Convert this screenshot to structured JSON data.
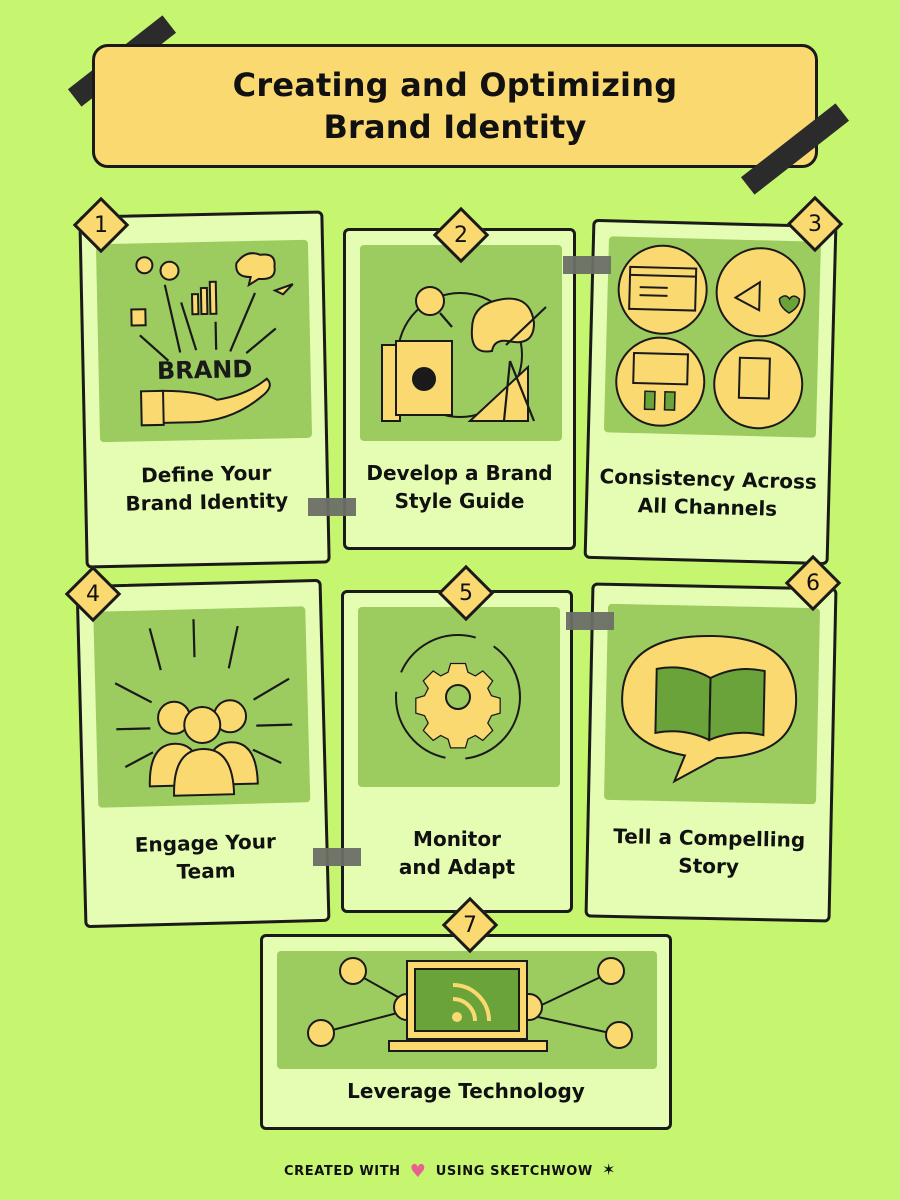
{
  "title": {
    "line1": "Creating and Optimizing",
    "line2": "Brand Identity"
  },
  "colors": {
    "background": "#c6f56f",
    "accent": "#fbd971",
    "card": "#e4fdb2",
    "panel": "#9ccb5f",
    "outline": "#1a1a1a"
  },
  "steps": [
    {
      "num": "1",
      "title_line1": "Define Your",
      "title_line2": "Brand Identity",
      "illustration_text": "BRAND",
      "icon": "brand-concept-icon"
    },
    {
      "num": "2",
      "title_line1": "Develop a Brand",
      "title_line2": "Style Guide",
      "icon": "style-guide-icon"
    },
    {
      "num": "3",
      "title_line1": "Consistency Across",
      "title_line2": "All Channels",
      "icon": "channels-icon"
    },
    {
      "num": "4",
      "title_line1": "Engage Your",
      "title_line2": "Team",
      "icon": "team-icon"
    },
    {
      "num": "5",
      "title_line1": "Monitor",
      "title_line2": "and Adapt",
      "icon": "gear-cycle-icon"
    },
    {
      "num": "6",
      "title_line1": "Tell a Compelling",
      "title_line2": "Story",
      "icon": "open-book-icon"
    },
    {
      "num": "7",
      "title_line1": "Leverage Technology",
      "icon": "laptop-network-icon"
    }
  ],
  "footer": {
    "prefix": "CREATED WITH",
    "heart": "♥",
    "suffix": "USING SKETCHWOW"
  }
}
